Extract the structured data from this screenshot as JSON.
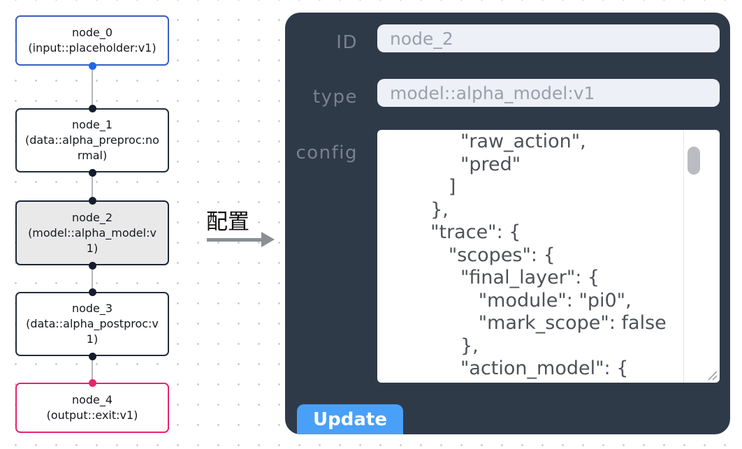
{
  "flow": {
    "nodes": [
      {
        "name": "node_0",
        "type_label": "(input::placeholder:v1)",
        "selected": false
      },
      {
        "name": "node_1",
        "type_label": "(data::alpha_preproc:normal)",
        "selected": false
      },
      {
        "name": "node_2",
        "type_label": "(model::alpha_model:v1)",
        "selected": true
      },
      {
        "name": "node_3",
        "type_label": "(data::alpha_postproc:v1)",
        "selected": false
      },
      {
        "name": "node_4",
        "type_label": "(output::exit:v1)",
        "selected": false
      }
    ],
    "edges": [
      {
        "from": "node_0",
        "to": "node_1"
      },
      {
        "from": "node_1",
        "to": "node_2"
      },
      {
        "from": "node_2",
        "to": "node_3"
      },
      {
        "from": "node_3",
        "to": "node_4"
      }
    ]
  },
  "arrow": {
    "label": "配置"
  },
  "panel": {
    "fields": [
      {
        "label": "ID",
        "value": "node_2"
      },
      {
        "label": "type",
        "value": "model::alpha_model:v1"
      },
      {
        "label": "config"
      }
    ],
    "config_text": "            \"raw_action\",\n            \"pred\"\n          ]\n       },\n       \"trace\": {\n          \"scopes\": {\n            \"final_layer\": {\n               \"module\": \"pi0\",\n               \"mark_scope\": false\n            },\n            \"action_model\": {",
    "update_label": "Update"
  },
  "colors": {
    "panel_bg": "#2f3a49",
    "update_button_blue": "#49a0f8",
    "input_bg": "#edf0f6",
    "node_selected_bg": "#e9e9ea",
    "input_node_accent": "#3a5fc1",
    "output_node_accent": "#e7246d",
    "default_node_border": "#232d3b",
    "handle_blue": "#1f66ee",
    "handle_dark": "#141c2b",
    "handle_pink": "#e7246d"
  }
}
